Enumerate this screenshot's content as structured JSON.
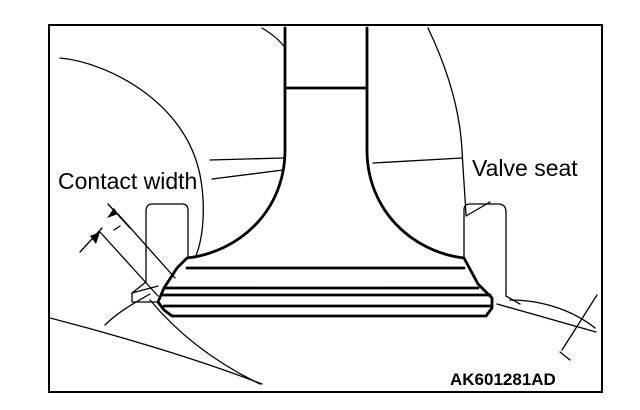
{
  "labels": {
    "contact_width": "Contact width",
    "valve_seat": "Valve seat",
    "figure_code": "AK601281AD"
  },
  "colors": {
    "line": "#000000",
    "background": "#ffffff"
  }
}
